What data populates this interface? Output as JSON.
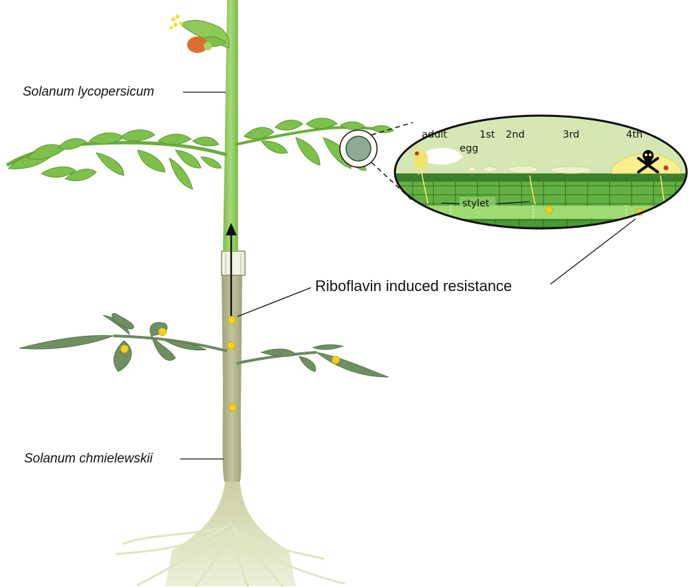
{
  "labels": {
    "scion_species": "Solanum lycopersicum",
    "rootstock_species": "Solanum chmielewskii",
    "resistance": "Riboflavin induced resistance",
    "stylet": "stylet"
  },
  "life_stages": [
    "adult",
    "egg",
    "1st",
    "2nd",
    "3rd",
    "4th"
  ],
  "colors": {
    "scion_green": "#8ec95a",
    "scion_leaf": "#7dc04a",
    "rootstock_green": "#6f8f63",
    "rootstock_stem": "#b3b68a",
    "root_color": "#dfe4b8",
    "riboflavin_dot": "#f7d21b",
    "leaf_tissue": "#5fae3a",
    "fruit": "#d9702f"
  },
  "icons": {
    "death": "skull-crossbones-icon",
    "graft_direction": "arrow-up-icon"
  }
}
